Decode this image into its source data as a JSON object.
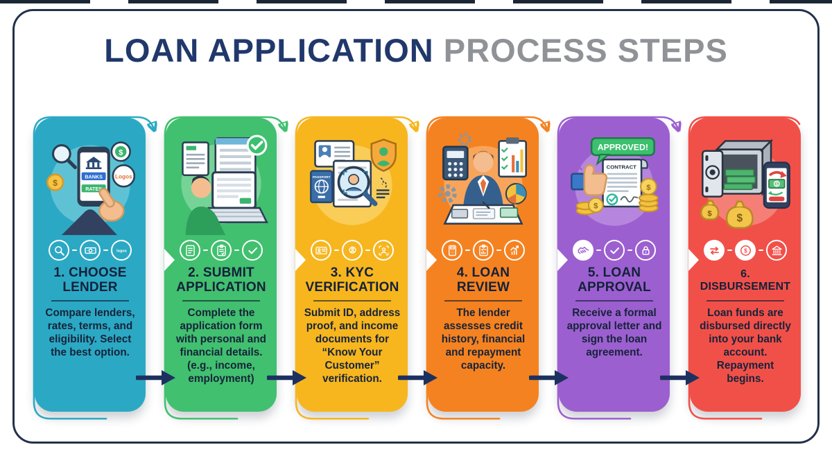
{
  "header": {
    "title_primary": "LOAN APPLICATION",
    "title_secondary": "PROCESS STEPS"
  },
  "colors": {
    "frame": "#223248",
    "title_primary": "#20386b",
    "title_secondary": "#8f9296",
    "flow_arrow": "#1d3160",
    "card_text": "#16233a"
  },
  "steps": [
    {
      "title": "1. CHOOSE LENDER",
      "description": "Compare lenders, rates, terms, and eligibility. Select the best option.",
      "color": "#2ba9c4",
      "tint": "#5fc2d4",
      "icons": [
        "search-icon",
        "banknote-icon",
        "logos-badge-icon"
      ],
      "labels": {
        "banks": "BANKS",
        "rates": "RATES",
        "logos": "Logos",
        "logos_icon": "logos"
      }
    },
    {
      "title": "2. SUBMIT APPLICATION",
      "description": "Complete the application form with personal and financial details. (e.g., income, employment)",
      "color": "#41c06f",
      "tint": "#76d397",
      "icons": [
        "document-icon",
        "form-icon",
        "check-icon"
      ],
      "labels": {}
    },
    {
      "title": "3. KYC VERIFICATION",
      "description": "Submit ID, address proof, and income documents for “Know Your Customer” verification.",
      "color": "#f7b61e",
      "tint": "#f9cd57",
      "icons": [
        "id-card-icon",
        "face-scan-icon",
        "user-scan-icon"
      ],
      "labels": {
        "passport": "PASSPORT"
      }
    },
    {
      "title": "4. LOAN REVIEW",
      "description": "The lender assesses credit history, financial and repayment capacity.",
      "color": "#f58220",
      "tint": "#f8a55b",
      "icons": [
        "calculator-icon",
        "report-icon",
        "growth-chart-icon"
      ],
      "labels": {}
    },
    {
      "title": "5. LOAN APPROVAL",
      "description": "Receive a formal approval letter and sign the loan agreement.",
      "color": "#9c5fd0",
      "tint": "#b686de",
      "icons": [
        "handshake-icon",
        "check-icon",
        "lock-icon"
      ],
      "labels": {
        "approved": "APPROVED!",
        "contract": "CONTRACT"
      }
    },
    {
      "title": "6. DISBURSEMENT",
      "description": "Loan funds are disbursed directly into your bank account. Repayment begins.",
      "color": "#f15049",
      "tint": "#f57f77",
      "icons": [
        "transfer-icon",
        "dollar-coin-icon",
        "bank-icon"
      ],
      "labels": {}
    }
  ]
}
